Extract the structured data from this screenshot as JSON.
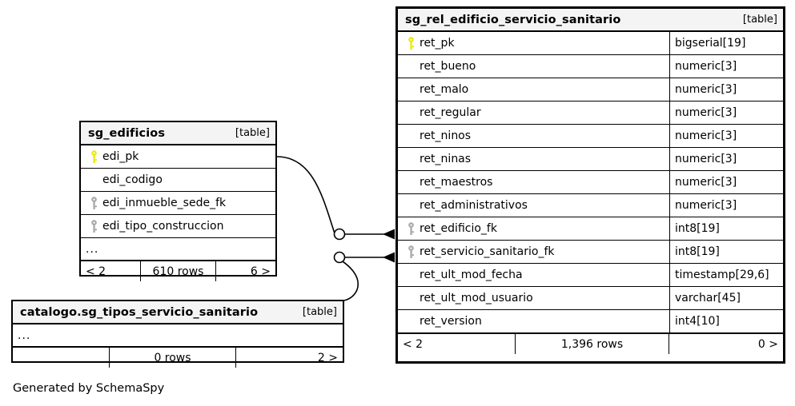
{
  "diagram": {
    "credit": "Generated by SchemaSpy",
    "table_tag": "[table]",
    "ellipsis": "...",
    "colors": {
      "primary_key_icon": "#e8e80d",
      "foreign_key_icon": "#a8a8a8",
      "header_background": "#f4f4f4",
      "border": "#000000",
      "background": "#ffffff"
    }
  },
  "tables": {
    "rel_edificio_servicio_sanitario": {
      "name": "sg_rel_edificio_servicio_sanitario",
      "tag": "[table]",
      "columns": [
        {
          "name": "ret_pk",
          "type": "bigserial[19]",
          "key": "primary"
        },
        {
          "name": "ret_bueno",
          "type": "numeric[3]",
          "key": "none"
        },
        {
          "name": "ret_malo",
          "type": "numeric[3]",
          "key": "none"
        },
        {
          "name": "ret_regular",
          "type": "numeric[3]",
          "key": "none"
        },
        {
          "name": "ret_ninos",
          "type": "numeric[3]",
          "key": "none"
        },
        {
          "name": "ret_ninas",
          "type": "numeric[3]",
          "key": "none"
        },
        {
          "name": "ret_maestros",
          "type": "numeric[3]",
          "key": "none"
        },
        {
          "name": "ret_administrativos",
          "type": "numeric[3]",
          "key": "none"
        },
        {
          "name": "ret_edificio_fk",
          "type": "int8[19]",
          "key": "foreign"
        },
        {
          "name": "ret_servicio_sanitario_fk",
          "type": "int8[19]",
          "key": "foreign"
        },
        {
          "name": "ret_ult_mod_fecha",
          "type": "timestamp[29,6]",
          "key": "none"
        },
        {
          "name": "ret_ult_mod_usuario",
          "type": "varchar[45]",
          "key": "none"
        },
        {
          "name": "ret_version",
          "type": "int4[10]",
          "key": "none"
        }
      ],
      "footer": {
        "prev": "< 2",
        "rows": "1,396 rows",
        "next": "0 >"
      }
    },
    "edificios": {
      "name": "sg_edificios",
      "tag": "[table]",
      "columns": [
        {
          "name": "edi_pk",
          "key": "primary"
        },
        {
          "name": "edi_codigo",
          "key": "none"
        },
        {
          "name": "edi_inmueble_sede_fk",
          "key": "foreign"
        },
        {
          "name": "edi_tipo_construccion",
          "key": "foreign"
        }
      ],
      "ellipsis": "...",
      "footer": {
        "prev": "< 2",
        "rows": "610 rows",
        "next": "6 >"
      }
    },
    "tipos_servicio_sanitario": {
      "name": "catalogo.sg_tipos_servicio_sanitario",
      "tag": "[table]",
      "ellipsis": "...",
      "footer": {
        "prev": "",
        "rows": "0 rows",
        "next": "2 >"
      }
    }
  },
  "relationships": [
    {
      "name": "edificios-to-rel-edificio-fk",
      "from_table": "sg_edificios",
      "from_column": "edi_pk",
      "to_table": "sg_rel_edificio_servicio_sanitario",
      "to_column": "ret_edificio_fk",
      "notation": "zero-or-more"
    },
    {
      "name": "tipos-servicio-to-rel-servicio-fk",
      "from_table": "catalogo.sg_tipos_servicio_sanitario",
      "to_table": "sg_rel_edificio_servicio_sanitario",
      "to_column": "ret_servicio_sanitario_fk",
      "notation": "zero-or-more"
    }
  ]
}
